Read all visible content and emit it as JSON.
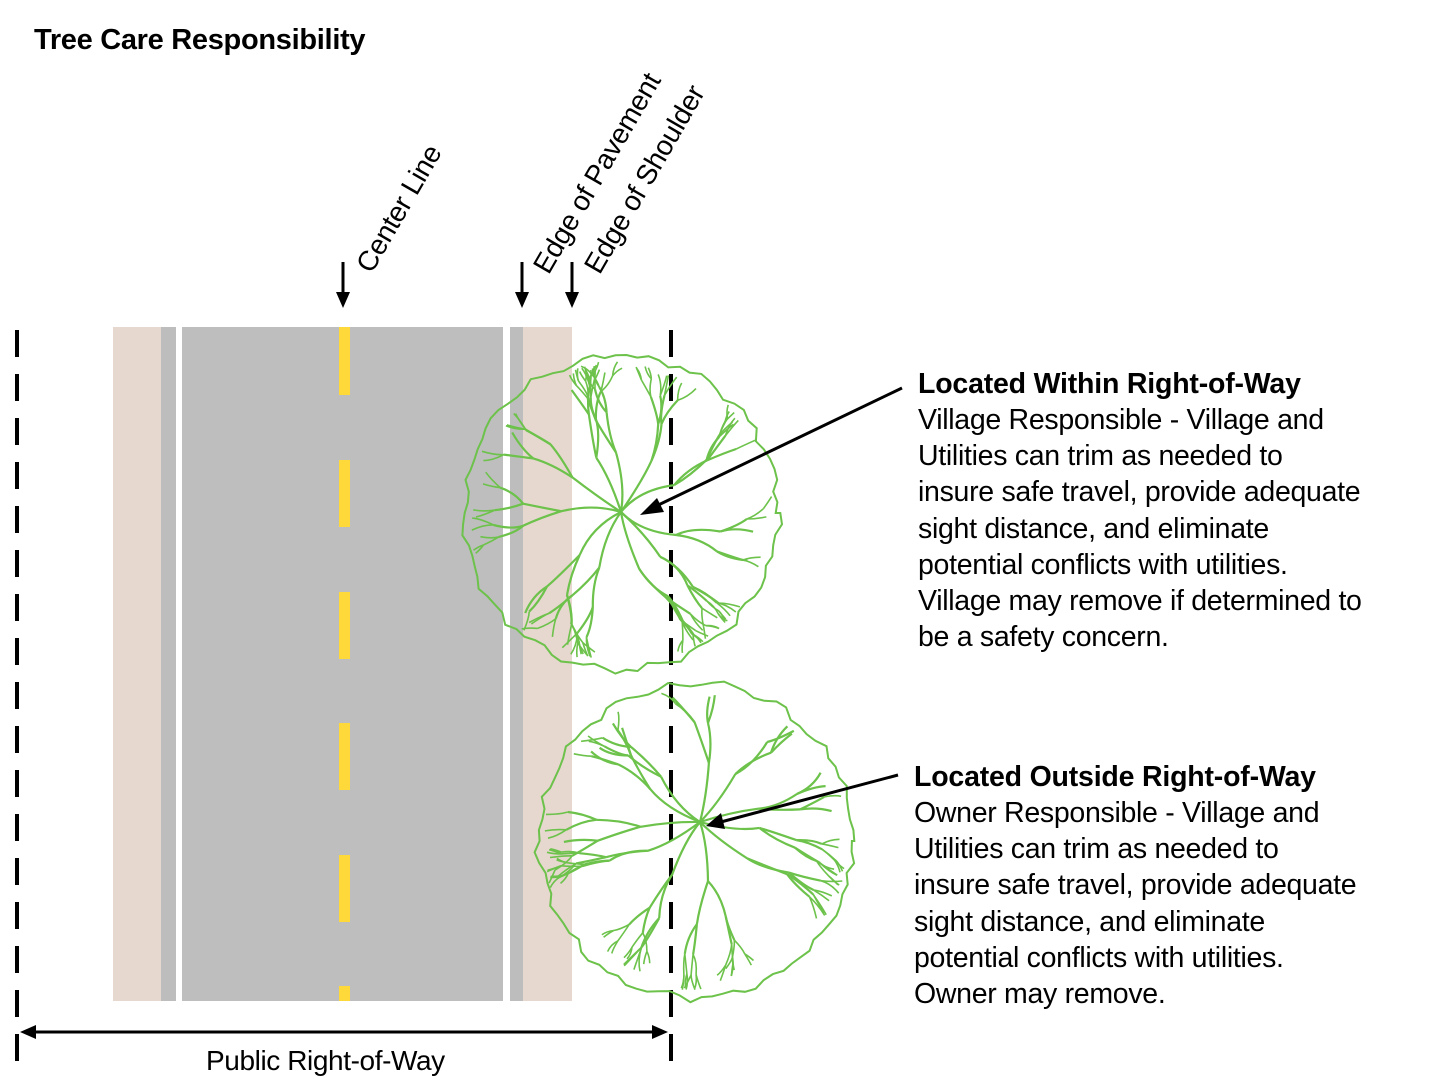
{
  "title": "Tree Care Responsibility",
  "labels": {
    "center_line": "Center Line",
    "edge_of_pavement": "Edge of Pavement",
    "edge_of_shoulder": "Edge of Shoulder",
    "public_row": "Public Right-of-Way"
  },
  "callouts": {
    "within": {
      "heading": "Located Within Right-of-Way",
      "lines": [
        "Village Responsible - Village and",
        "Utilities can trim as needed to",
        "insure safe travel, provide adequate",
        "sight distance, and eliminate",
        "potential conflicts with utilities.",
        "Village may remove if determined to",
        "be a safety concern."
      ]
    },
    "outside": {
      "heading": "Located Outside Right-of-Way",
      "lines": [
        "Owner Responsible - Village and",
        "Utilities can trim as needed to",
        "insure safe travel, provide adequate",
        "sight distance, and eliminate",
        "potential conflicts with utilities.",
        "Owner may remove."
      ]
    }
  },
  "colors": {
    "shoulder": "#e6d7cf",
    "edge_stripe": "#bdbdbd",
    "pavement": "#bebebe",
    "center_dash": "#ffd83a",
    "tree": "#6cc24a",
    "ink": "#000000"
  }
}
